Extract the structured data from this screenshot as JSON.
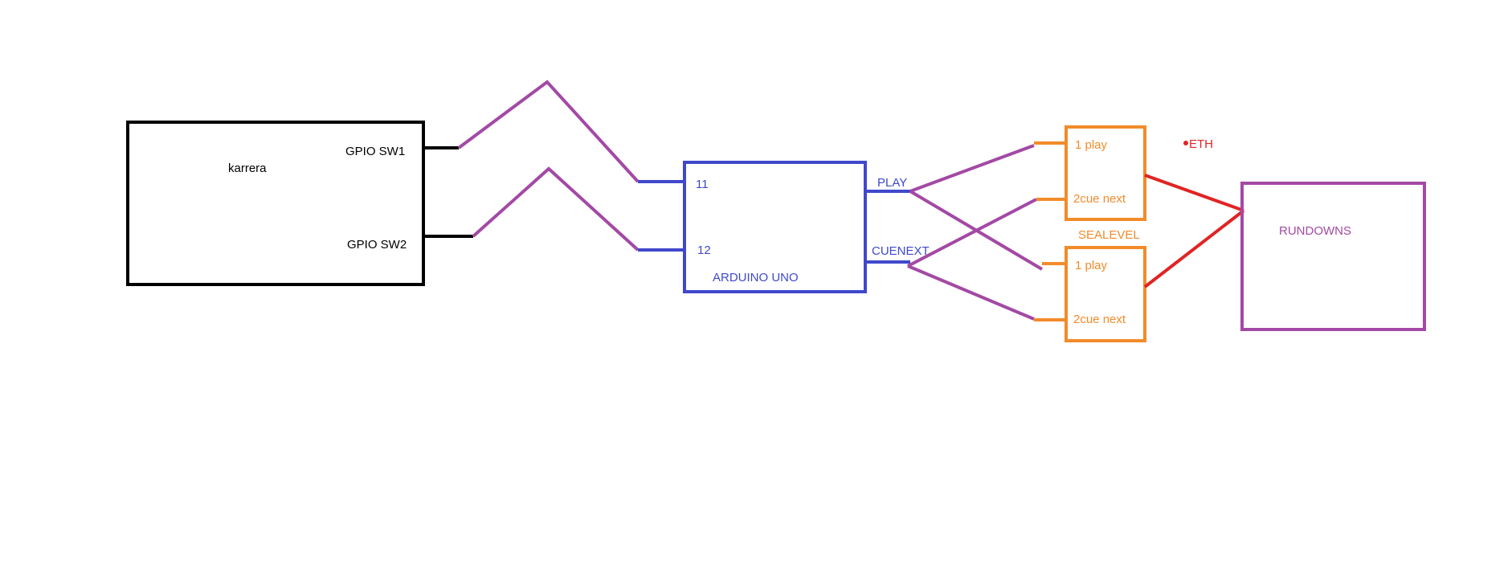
{
  "colors": {
    "black": "#000000",
    "blue": "#3f48cc",
    "purple": "#a349a4",
    "orange": "#f28b2a",
    "red": "#e02424"
  },
  "karrera": {
    "name": "karrera",
    "gpio_sw1": "GPIO SW1",
    "gpio_sw2": "GPIO SW2"
  },
  "arduino": {
    "name": "ARDUINO UNO",
    "pin_11": "11",
    "pin_12": "12",
    "play": "PLAY",
    "cuenext": "CUENEXT"
  },
  "sealevel": {
    "name": "SEALEVEL",
    "top_play": "1 play",
    "top_cue_next": "2cue next",
    "bottom_play": "1 play",
    "bottom_cue_next": "2cue next"
  },
  "eth": "ETH",
  "rundowns": "RUNDOWNS"
}
